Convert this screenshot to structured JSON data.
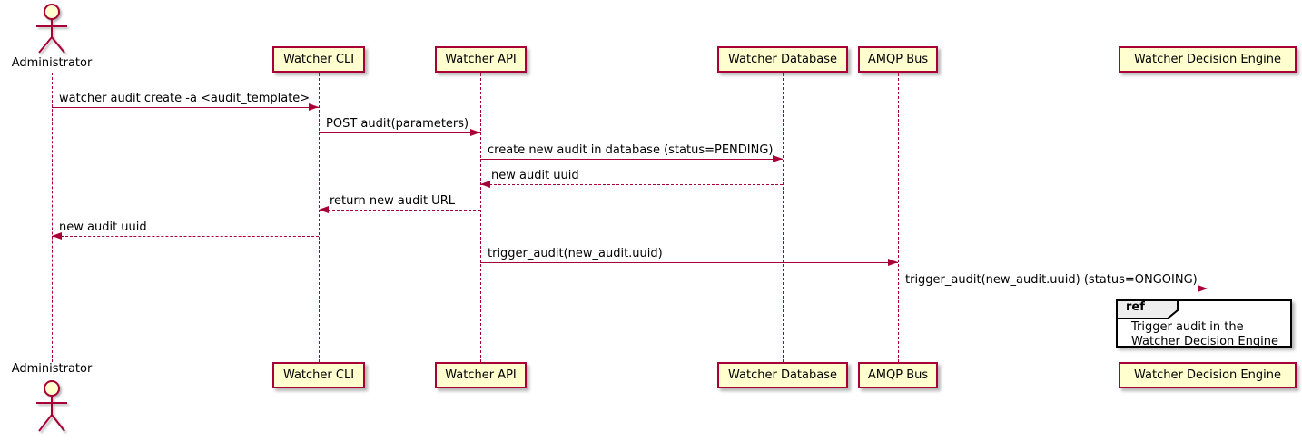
{
  "diagram": {
    "type": "sequence",
    "background": "#FFFFFF",
    "colors": {
      "line": "#A80036",
      "participant_fill": "#FEFECE",
      "participant_border": "#A80036",
      "text": "#000000",
      "ref_border": "#000000",
      "ref_header_fill": "#EEEEEE"
    },
    "actor": {
      "label": "Administrator"
    },
    "participants": [
      {
        "label": "Watcher CLI"
      },
      {
        "label": "Watcher API"
      },
      {
        "label": "Watcher Database"
      },
      {
        "label": "AMQP Bus"
      },
      {
        "label": "Watcher Decision Engine"
      }
    ],
    "messages": [
      {
        "from": "Administrator",
        "to": "Watcher CLI",
        "label": "watcher audit create -a <audit_template>",
        "line": "solid",
        "direction": "right"
      },
      {
        "from": "Watcher CLI",
        "to": "Watcher API",
        "label": "POST audit(parameters)",
        "line": "solid",
        "direction": "right"
      },
      {
        "from": "Watcher API",
        "to": "Watcher Database",
        "label": "create new audit in database (status=PENDING)",
        "line": "solid",
        "direction": "right"
      },
      {
        "from": "Watcher Database",
        "to": "Watcher API",
        "label": "new audit uuid",
        "line": "dashed",
        "direction": "left"
      },
      {
        "from": "Watcher API",
        "to": "Watcher CLI",
        "label": "return new audit URL",
        "line": "dashed",
        "direction": "left"
      },
      {
        "from": "Watcher CLI",
        "to": "Administrator",
        "label": "new audit uuid",
        "line": "dashed",
        "direction": "left"
      },
      {
        "from": "Watcher API",
        "to": "AMQP Bus",
        "label": "trigger_audit(new_audit.uuid)",
        "line": "solid",
        "direction": "right"
      },
      {
        "from": "AMQP Bus",
        "to": "Watcher Decision Engine",
        "label": "trigger_audit(new_audit.uuid) (status=ONGOING)",
        "line": "solid",
        "direction": "right"
      }
    ],
    "ref": {
      "keyword": "ref",
      "over": "Watcher Decision Engine",
      "lines": [
        "Trigger audit in the",
        "Watcher Decision Engine"
      ]
    }
  }
}
